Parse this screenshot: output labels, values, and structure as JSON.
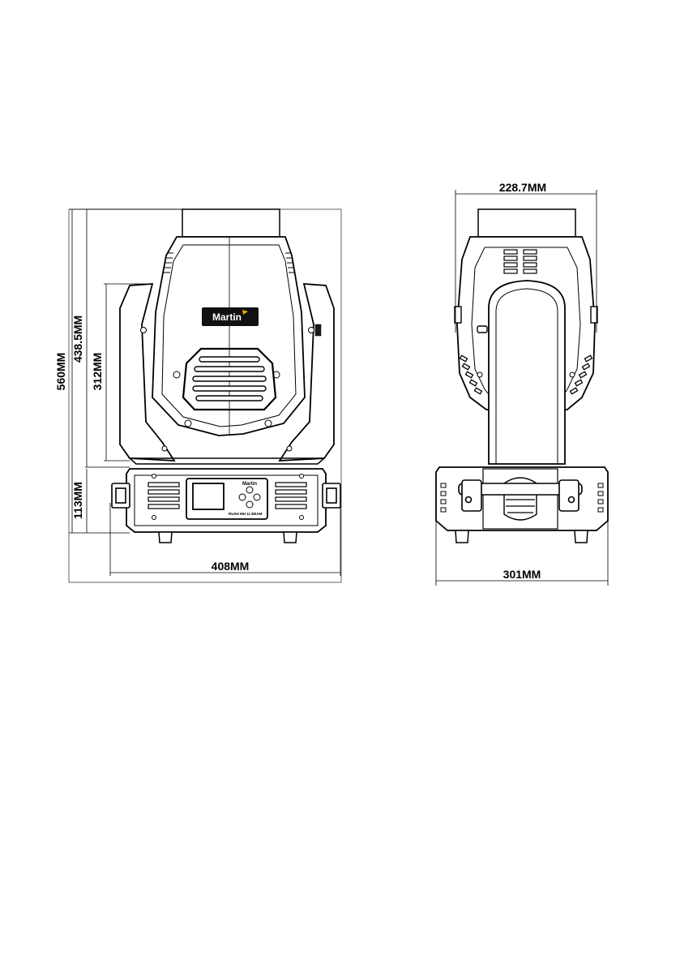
{
  "dimensions": {
    "overall_height": "560MM",
    "head_height": "438.5MM",
    "yoke_height": "312MM",
    "base_height": "113MM",
    "front_width": "408MM",
    "side_head_width": "228.7MM",
    "side_width": "301MM"
  },
  "branding": {
    "logo_text": "Martin",
    "base_logo_text": "Martin",
    "model_label": "RUSH MH 11 BEAM"
  },
  "colors": {
    "line": "#000000",
    "logo_bg": "#111111",
    "logo_accent": "#f5a400"
  }
}
